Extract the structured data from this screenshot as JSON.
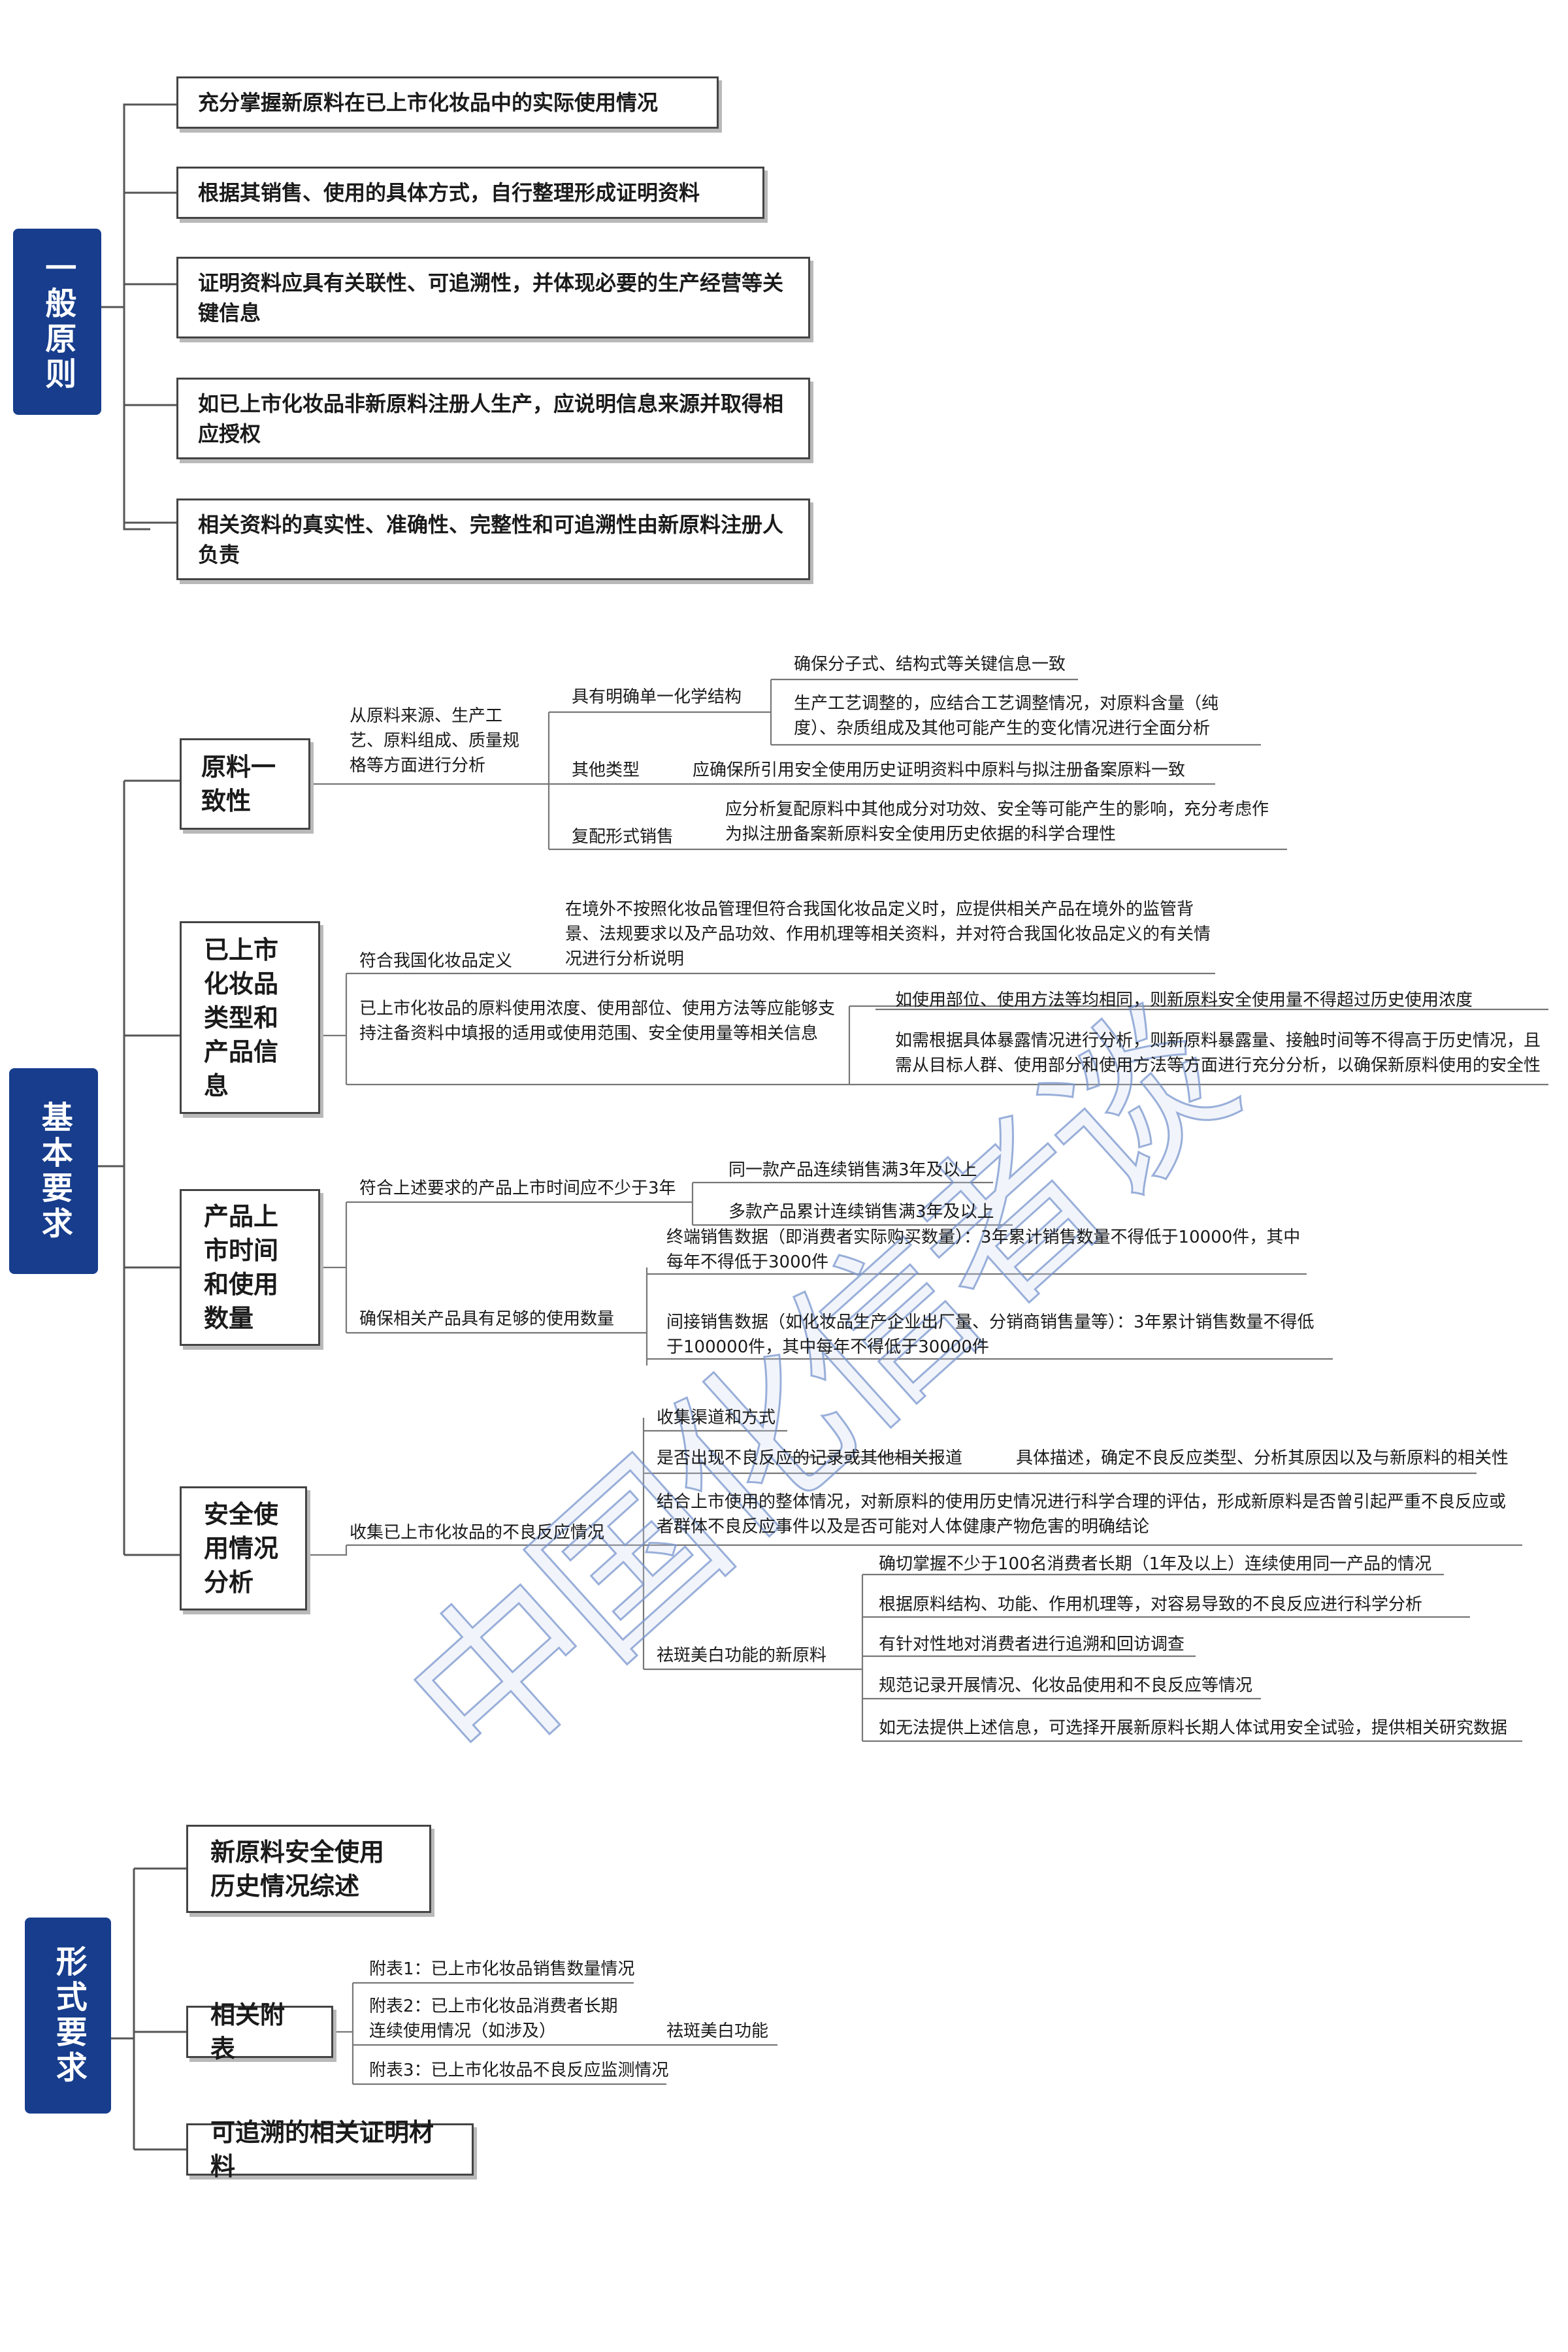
{
  "categories": {
    "general": "一般原则",
    "basic": "基本要求",
    "format": "形式要求"
  },
  "general_principles": [
    "充分掌握新原料在已上市化妆品中的实际使用情况",
    "根据其销售、使用的具体方式，自行整理形成证明资料",
    "证明资料应具有关联性、可追溯性，并体现必要的生产经营等关键信息",
    "如已上市化妆品非新原料注册人生产，应说明信息来源并取得相应授权",
    "相关资料的真实性、准确性、完整性和可追溯性由新原料注册人负责"
  ],
  "raw_consistency": {
    "title": "原料一致性",
    "intro": "从原料来源、生产工艺、原料组成、质量规格等方面进行分析",
    "single_structure": "具有明确单一化学结构",
    "ensure_formula": "确保分子式、结构式等关键信息一致",
    "process_change": "生产工艺调整的，应结合工艺调整情况，对原料含量（纯度）、杂质组成及其他可能产生的变化情况进行全面分析",
    "other_type": "其他类型",
    "other_detail": "应确保所引用安全使用历史证明资料中原料与拟注册备案原料一致",
    "compound_sale": "复配形式销售",
    "compound_detail": "应分析复配原料中其他成分对功效、安全等可能产生的影响，充分考虑作为拟注册备案新原料安全使用历史依据的科学合理性"
  },
  "product_type": {
    "title": "已上市化妆品类型和产品信息",
    "fit_def": "符合我国化妆品定义",
    "overseas": "在境外不按照化妆品管理但符合我国化妆品定义时，应提供相关产品在境外的监管背景、法规要求以及产品功效、作用机理等相关资料，并对符合我国化妆品定义的有关情况进行分析说明",
    "usage_support": "已上市化妆品的原料使用浓度、使用部位、使用方法等应能够支持注备资料中填报的适用或使用范围、安全使用量等相关信息",
    "same_usage": "如使用部位、使用方法等均相同，则新原料安全使用量不得超过历史使用浓度",
    "exposure": "如需根据具体暴露情况进行分析，则新原料暴露量、接触时间等不得高于历史情况，且需从目标人群、使用部分和使用方法等方面进行充分分析，以确保新原料使用的安全性"
  },
  "market_time": {
    "title": "产品上市时间和使用数量",
    "time_req": "符合上述要求的产品上市时间应不少于3年",
    "same_product": "同一款产品连续销售满3年及以上",
    "multi_product": "多款产品累计连续销售满3年及以上",
    "quantity_req": "确保相关产品具有足够的使用数量",
    "terminal": "终端销售数据（即消费者实际购买数量）：3年累计销售数量不得低于10000件，其中每年不得低于3000件",
    "indirect": "间接销售数据（如化妆品生产企业出厂量、分销商销售量等）：3年累计销售数量不得低于100000件，其中每年不得低于30000件"
  },
  "safety": {
    "title": "安全使用情况分析",
    "collect": "收集已上市化妆品的不良反应情况",
    "channels": "收集渠道和方式",
    "reports": "是否出现不良反应的记录或其他相关报道",
    "describe": "具体描述，确定不良反应类型、分析其原因以及与新原料的相关性",
    "overall": "结合上市使用的整体情况，对新原料的使用历史情况进行科学合理的评估，形成新原料是否曾引起严重不良反应或者群体不良反应事件以及是否可能对人体健康产物危害的明确结论",
    "whitening": "祛斑美白功能的新原料",
    "w1": "确切掌握不少于100名消费者长期（1年及以上）连续使用同一产品的情况",
    "w2": "根据原料结构、功能、作用机理等，对容易导致的不良反应进行科学分析",
    "w3": "有针对性地对消费者进行追溯和回访调查",
    "w4": "规范记录开展情况、化妆品使用和不良反应等情况",
    "w5": "如无法提供上述信息，可选择开展新原料长期人体试用安全试验，提供相关研究数据"
  },
  "format_req": {
    "summary": "新原料安全使用历史情况综述",
    "appendix": "相关附表",
    "a1": "附表1：已上市化妆品销售数量情况",
    "a2": "附表2：已上市化妆品消费者长期连续使用情况（如涉及）",
    "a2_note": "祛斑美白功能",
    "a3": "附表3：已上市化妆品不良反应监测情况",
    "traceable": "可追溯的相关证明材料"
  },
  "watermark": "中国化信者谈"
}
